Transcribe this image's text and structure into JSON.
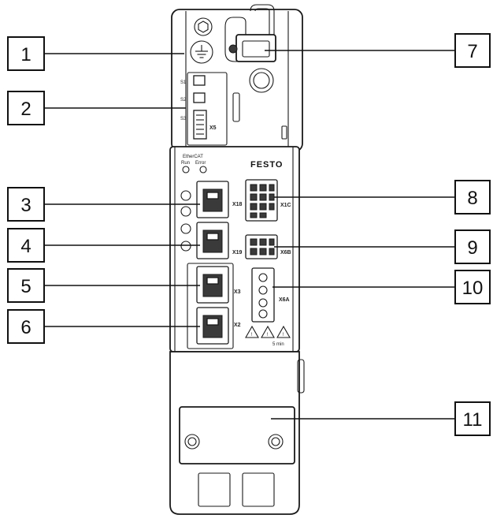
{
  "device": {
    "brand": "FESTO",
    "leds_label": "EtherCAT",
    "led_run": "Run",
    "led_error": "Error",
    "port_x5": "X5",
    "port_x18": "X18",
    "port_x19": "X19",
    "port_x3": "X3",
    "port_x2": "X2",
    "port_x1c": "X1C",
    "port_x6b": "X6B",
    "port_x6a": "X6A",
    "warning_text": "5 min"
  },
  "callouts": [
    {
      "id": "1"
    },
    {
      "id": "2"
    },
    {
      "id": "3"
    },
    {
      "id": "4"
    },
    {
      "id": "5"
    },
    {
      "id": "6"
    },
    {
      "id": "7"
    },
    {
      "id": "8"
    },
    {
      "id": "9"
    },
    {
      "id": "10"
    },
    {
      "id": "11"
    }
  ]
}
